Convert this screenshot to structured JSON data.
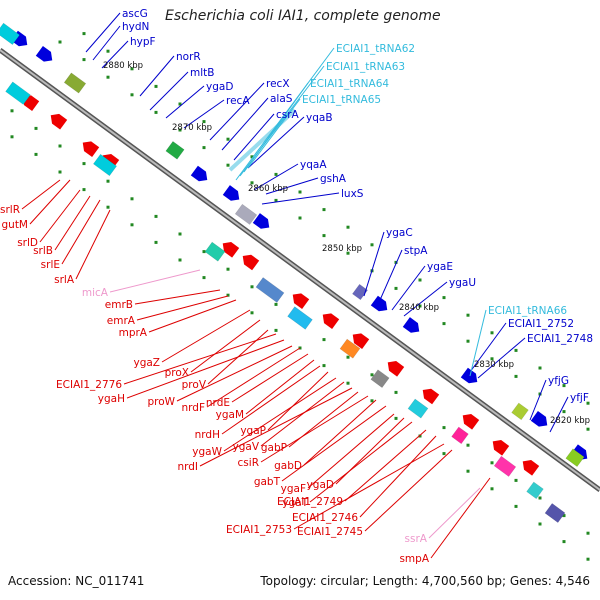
{
  "title": "Escherichia coli IAI1, complete genome",
  "footer": {
    "accession": "Accession: NC_011741",
    "topology": "Topology: circular; Length: 4,700,560 bp; Genes: 4,546"
  },
  "colors": {
    "forward_label": "#0000cc",
    "reverse_label": "#dd0000",
    "rna_label": "#33bbdd",
    "misc_rna_label": "#ee99cc",
    "backbone": "#888888",
    "dots": "#228822"
  },
  "scale_labels": [
    "2880 kbp",
    "2870 kbp",
    "2860 kbp",
    "2850 kbp",
    "2840 kbp",
    "2830 kbp",
    "2820 kbp"
  ],
  "forward_labels": [
    "ascG",
    "hydN",
    "hypF",
    "norR",
    "mltB",
    "ygaD",
    "recA",
    "recX",
    "alaS",
    "csrA",
    "yqaB",
    "yqaA",
    "gshA",
    "luxS",
    "ygaC",
    "stpA",
    "ygaE",
    "ygaU",
    "ECIAI1_2752",
    "ECIAI1_2748",
    "yfjG",
    "yfjF"
  ],
  "rna_labels": [
    "ECIAI1_tRNA62",
    "ECIAI1_tRNA63",
    "ECIAI1_tRNA64",
    "ECIAI1_tRNA65",
    "ECIAI1_tRNA66"
  ],
  "reverse_labels": [
    "srlR",
    "gutM",
    "srlD",
    "srlB",
    "srlE",
    "srlA",
    "emrB",
    "emrA",
    "mprA",
    "ygaZ",
    "proX",
    "ECIAI1_2776",
    "proV",
    "ygaH",
    "proW",
    "nrdF",
    "nrdE",
    "ygaM",
    "nrdH",
    "ygaP",
    "ygaW",
    "ygaV",
    "nrdI",
    "gabP",
    "csiR",
    "gabD",
    "gabT",
    "ygaF",
    "ygaD",
    "ygaT",
    "ECIAI1_2749",
    "ECIAI1_2746",
    "ECIAI1_2753",
    "ECIAI1_2745",
    "smpA"
  ],
  "misc_rna_labels": [
    "micA",
    "ssrA"
  ]
}
